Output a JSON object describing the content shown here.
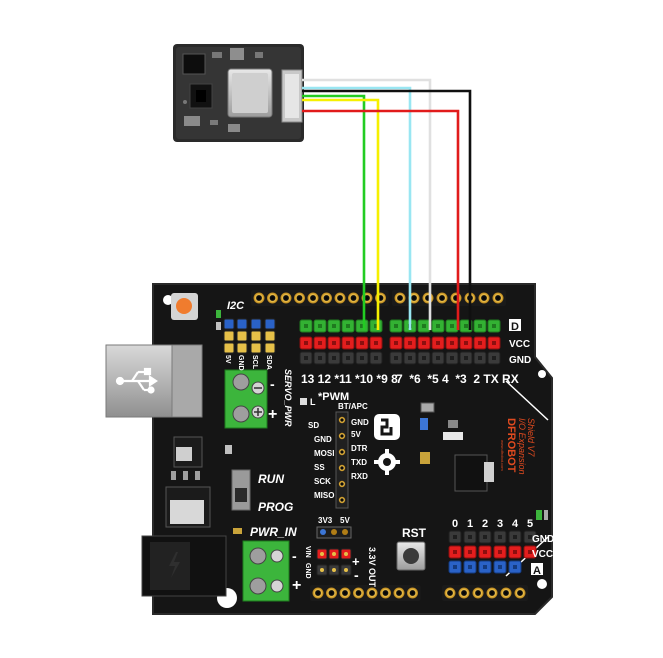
{
  "sensor_module": {
    "name": ""
  },
  "wires": [
    {
      "color": "#22cc22"
    },
    {
      "color": "#f6f000"
    },
    {
      "color": "#99e6f2"
    },
    {
      "color": "#e0e0e0"
    },
    {
      "color": "#101010"
    },
    {
      "color": "#e11b1b"
    }
  ],
  "board": {
    "color": "#161616",
    "brand": "DFROBOT",
    "product_line1": "I/O Expansion",
    "product_line2": "Shield V7",
    "website": "www.dfrobot.com",
    "labels": {
      "i2c": "I2C",
      "pwm": "*PWM",
      "l": "L",
      "servo_pwr": "SERVO_PWR",
      "pwr_in": "PWR_IN",
      "run": "RUN",
      "prog": "PROG",
      "rst": "RST",
      "out_3v3": "3.3V OUT",
      "v3v3": "3V3",
      "v5v": "5V",
      "vin": "VIN",
      "gnd_v": "GND",
      "plus": "+",
      "minus": "-",
      "a": "A"
    },
    "i2c_pins": [
      "5V",
      "GND",
      "SCL",
      "SDA"
    ],
    "bt_apc": [
      "BT/APC",
      "GND",
      "5V",
      "DTR",
      "TXD",
      "RXD"
    ],
    "spi": [
      "SD",
      "GND",
      "MOSI",
      "SS",
      "SCK",
      "MISO"
    ],
    "digital_row_labels": [
      "D",
      "VCC",
      "GND"
    ],
    "digital_numbers_left": "13 12 *11 *10 *9 8",
    "digital_numbers_right": "7  *6  *5 4  *3  2 TX RX",
    "analog_numbers": [
      "0",
      "1",
      "2",
      "3",
      "4",
      "5"
    ],
    "analog_row_labels": [
      "GND",
      "VCC",
      "A"
    ]
  }
}
